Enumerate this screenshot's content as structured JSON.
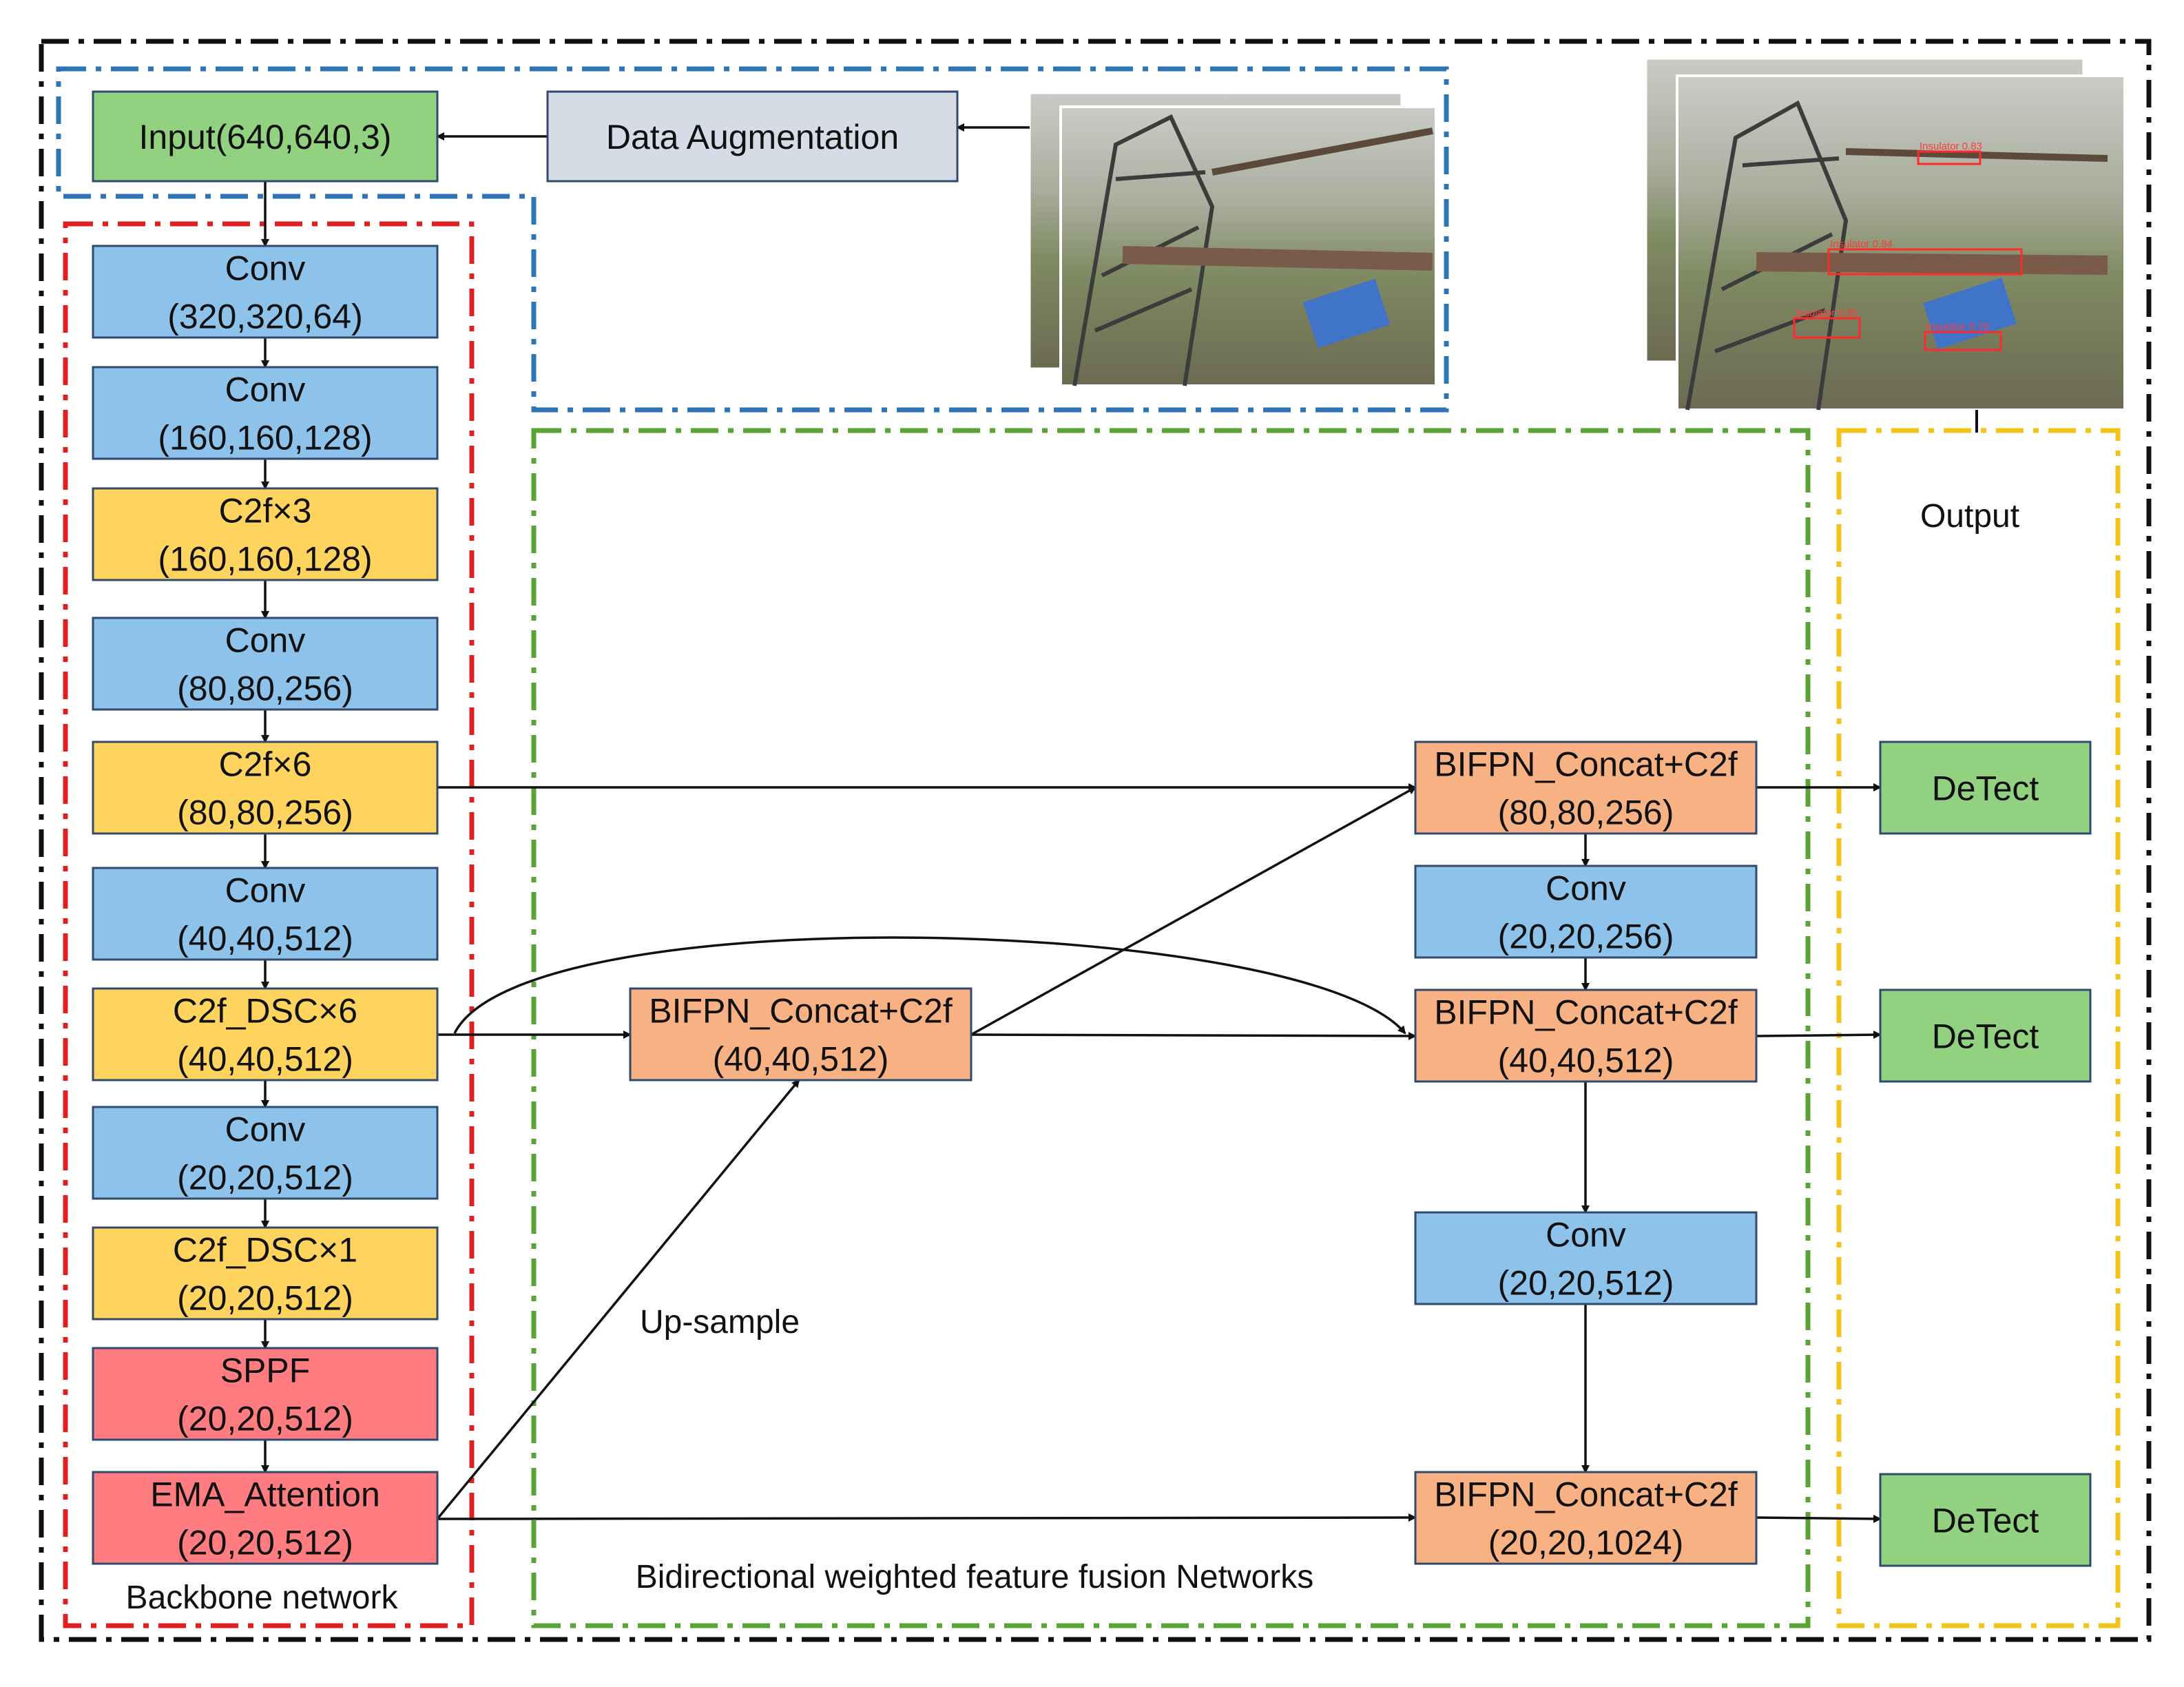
{
  "input_block": {
    "line1": "Input(640,640,3)",
    "color": "#92D17F"
  },
  "augmentation_block": {
    "line1": "Data Augmentation",
    "color": "#D6DCE5"
  },
  "backbone": {
    "label": "Backbone network",
    "blocks": [
      {
        "name": "Conv",
        "shape": "(320,320,64)",
        "kind": "conv"
      },
      {
        "name": "Conv",
        "shape": "(160,160,128)",
        "kind": "conv"
      },
      {
        "name": "C2f×3",
        "shape": "(160,160,128)",
        "kind": "c2f"
      },
      {
        "name": "Conv",
        "shape": "(80,80,256)",
        "kind": "conv"
      },
      {
        "name": "C2f×6",
        "shape": "(80,80,256)",
        "kind": "c2f"
      },
      {
        "name": "Conv",
        "shape": "(40,40,512)",
        "kind": "conv"
      },
      {
        "name": "C2f_DSC×6",
        "shape": "(40,40,512)",
        "kind": "c2f"
      },
      {
        "name": "Conv",
        "shape": "(20,20,512)",
        "kind": "conv"
      },
      {
        "name": "C2f_DSC×1",
        "shape": "(20,20,512)",
        "kind": "c2f"
      },
      {
        "name": "SPPF",
        "shape": "(20,20,512)",
        "kind": "red"
      },
      {
        "name": "EMA_Attention",
        "shape": "(20,20,512)",
        "kind": "red"
      }
    ]
  },
  "neck": {
    "label": "Bidirectional weighted feature fusion Networks",
    "upsample_label": "Up-sample",
    "mid_block": {
      "name": "BIFPN_Concat+C2f",
      "shape": "(40,40,512)"
    },
    "right_blocks": [
      {
        "name": "BIFPN_Concat+C2f",
        "shape": "(80,80,256)",
        "kind": "bifpn"
      },
      {
        "name": "Conv",
        "shape": "(20,20,256)",
        "kind": "conv"
      },
      {
        "name": "BIFPN_Concat+C2f",
        "shape": "(40,40,512)",
        "kind": "bifpn"
      },
      {
        "name": "Conv",
        "shape": "(20,20,512)",
        "kind": "conv"
      },
      {
        "name": "BIFPN_Concat+C2f",
        "shape": "(20,20,1024)",
        "kind": "bifpn"
      }
    ]
  },
  "output": {
    "label": "Output",
    "detect_blocks": [
      "DeTect",
      "DeTect",
      "DeTect"
    ]
  },
  "detections": [
    {
      "label": "Insulator 0.83"
    },
    {
      "label": "Insulator 0.84"
    },
    {
      "label": "Insulator 0.86"
    },
    {
      "label": "Insulator 0.70"
    }
  ],
  "colors": {
    "conv": "#8DC3EA",
    "c2f": "#FFD45E",
    "red": "#FF7C80",
    "bifpn": "#F8B183",
    "detect": "#92D17F",
    "box_border": "#2F4A6E",
    "frame_black": "#111111",
    "frame_blue": "#2E75B6",
    "frame_red": "#E02020",
    "frame_green": "#5AA437",
    "frame_yellow": "#F2C318"
  }
}
